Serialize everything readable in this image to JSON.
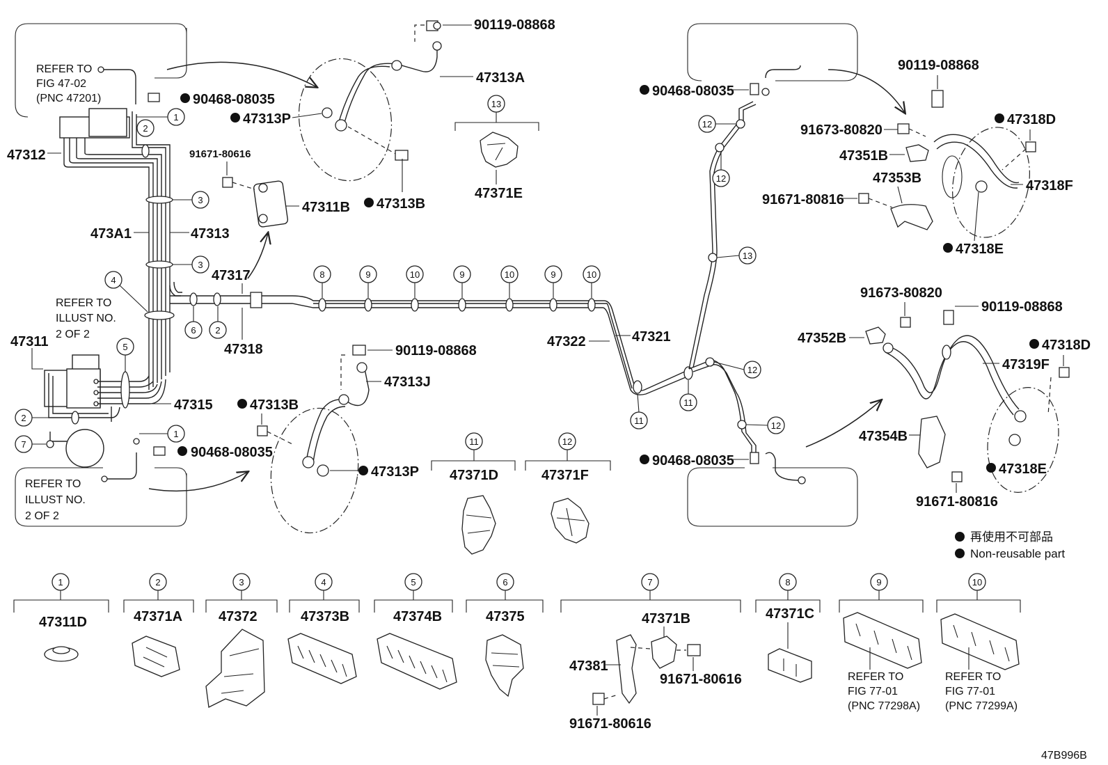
{
  "diagram_code": "47B996B",
  "legend": {
    "jp": "再使用不可部品",
    "en": "Non-reusable part"
  },
  "notes": {
    "refer_fig_47_02": [
      "REFER TO",
      "FIG 47-02",
      "(PNC 47201)"
    ],
    "refer_illust_top": [
      "REFER TO",
      "ILLUST NO.",
      "2 OF 2"
    ],
    "refer_illust_bottom": [
      "REFER TO",
      "ILLUST NO.",
      "2 OF 2"
    ],
    "refer_fig_77_01_a": [
      "REFER TO",
      "FIG 77-01",
      "(PNC 77298A)"
    ],
    "refer_fig_77_01_b": [
      "REFER TO",
      "FIG 77-01",
      "(PNC 77299A)"
    ]
  },
  "labels": {
    "p_90119_08868_a": "90119-08868",
    "p_47313A": "47313A",
    "p_90468_08035_a": "90468-08035",
    "p_47313P_a": "47313P",
    "p_47312": "47312",
    "p_91671_80616_a": "91671-80616",
    "p_47311B": "47311B",
    "p_47313B_a": "47313B",
    "p_47371E": "47371E",
    "p_473A1": "473A1",
    "p_47313": "47313",
    "p_47317": "47317",
    "p_47318": "47318",
    "p_47311": "47311",
    "p_47315": "47315",
    "p_90119_08868_b": "90119-08868",
    "p_47313J": "47313J",
    "p_47313B_b": "47313B",
    "p_90468_08035_b": "90468-08035",
    "p_47313P_b": "47313P",
    "p_47371D": "47371D",
    "p_47371F": "47371F",
    "p_47322": "47322",
    "p_47321": "47321",
    "p_90468_08035_c": "90468-08035",
    "p_90468_08035_d": "90468-08035",
    "p_90119_08868_c": "90119-08868",
    "p_91673_80820_a": "91673-80820",
    "p_47318D_a": "47318D",
    "p_47351B": "47351B",
    "p_47318F": "47318F",
    "p_47353B": "47353B",
    "p_91671_80816_a": "91671-80816",
    "p_47318E_a": "47318E",
    "p_91673_80820_b": "91673-80820",
    "p_90119_08868_d": "90119-08868",
    "p_47352B": "47352B",
    "p_47318D_b": "47318D",
    "p_47319F": "47319F",
    "p_47354B": "47354B",
    "p_47318E_b": "47318E",
    "p_91671_80816_b": "91671-80816",
    "p_47311D": "47311D",
    "p_47371A": "47371A",
    "p_47372": "47372",
    "p_47373B": "47373B",
    "p_47374B": "47374B",
    "p_47375": "47375",
    "p_47371B": "47371B",
    "p_47381": "47381",
    "p_91671_80616_b": "91671-80616",
    "p_91671_80616_c": "91671-80616",
    "p_47371C": "47371C"
  },
  "circle_refs": [
    "1",
    "2",
    "3",
    "4",
    "5",
    "6",
    "7",
    "8",
    "9",
    "10",
    "11",
    "12",
    "13"
  ]
}
